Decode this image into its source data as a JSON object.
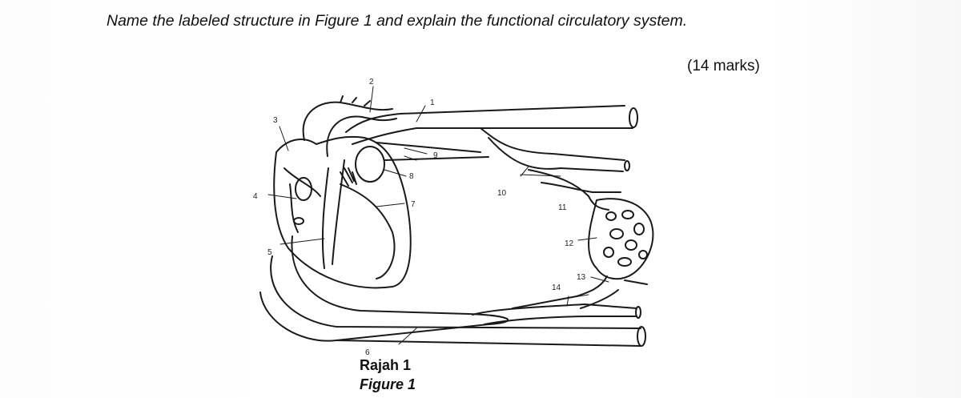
{
  "question": {
    "text": "Name the labeled structure in Figure 1 and explain the functional circulatory system.",
    "marks": "(14 marks)"
  },
  "figure": {
    "labels": [
      "1",
      "2",
      "3",
      "4",
      "5",
      "6",
      "7",
      "8",
      "9",
      "10",
      "11",
      "12",
      "13",
      "14"
    ],
    "caption_ms": "Rajah 1",
    "caption_en": "Figure 1"
  }
}
